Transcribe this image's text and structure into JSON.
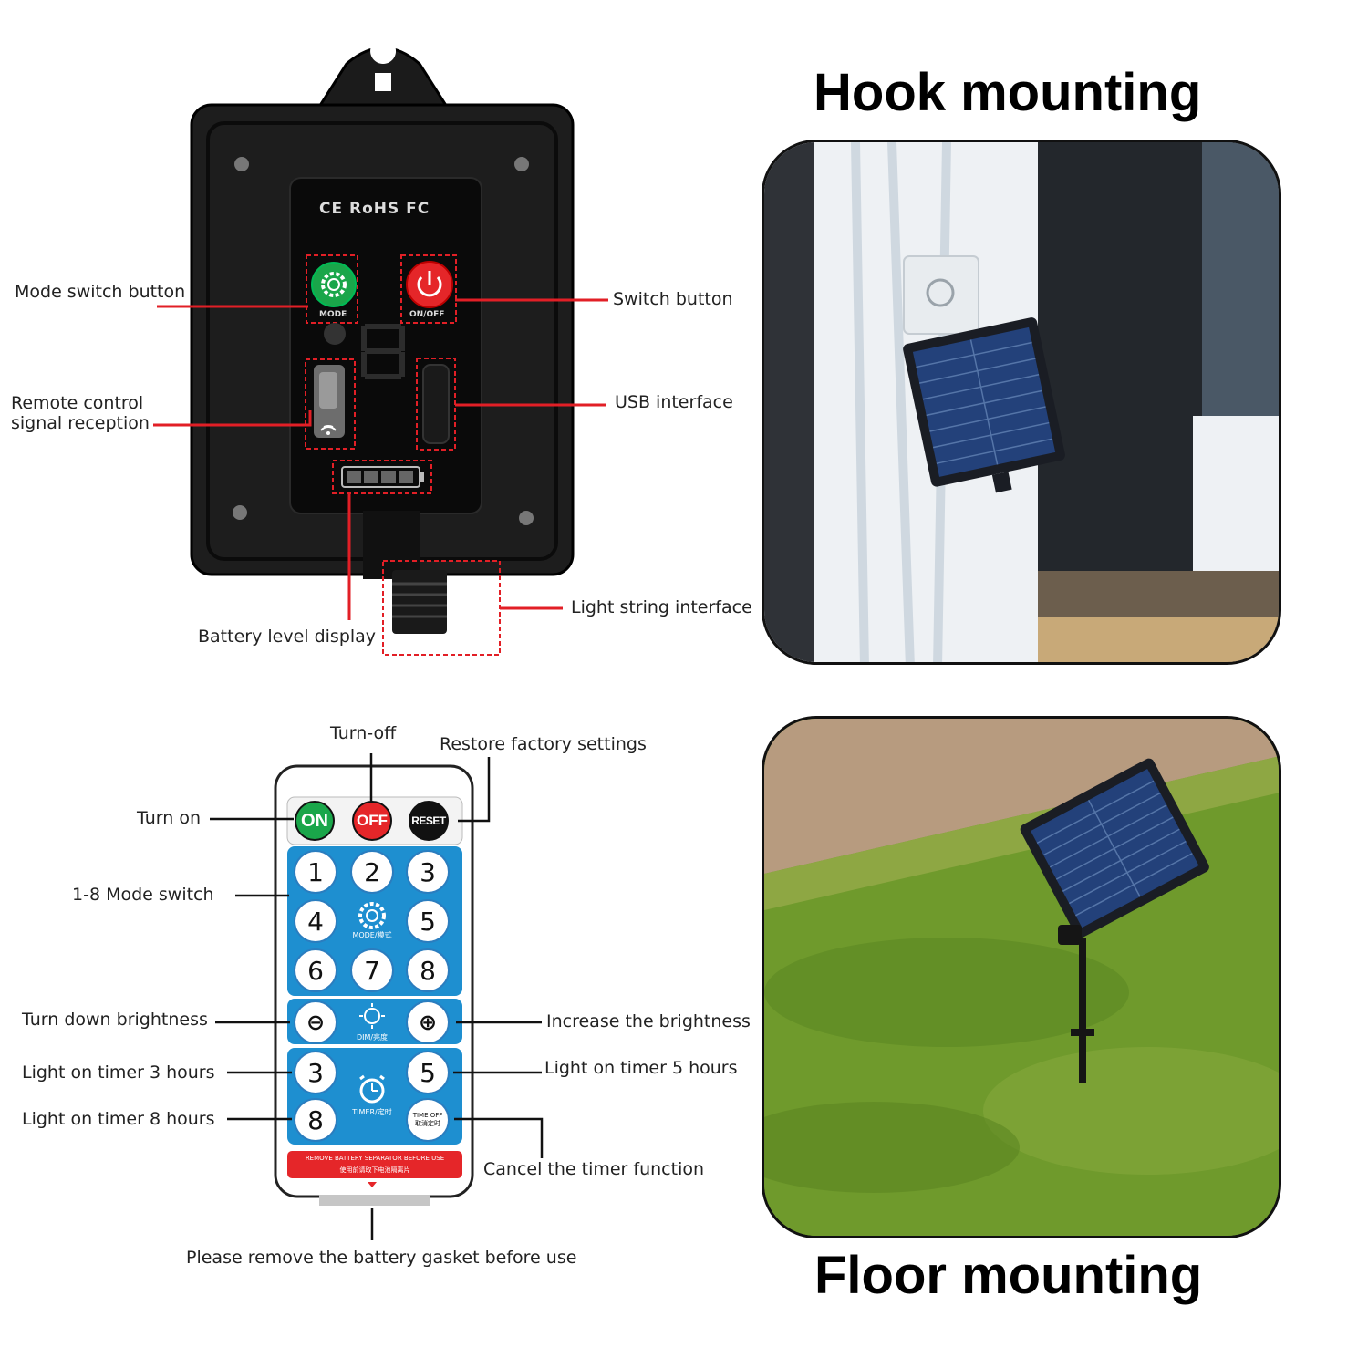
{
  "controller": {
    "cert_marks": "CE RoHS FC",
    "mode_button_text": "MODE",
    "onoff_button_text": "ON/OFF",
    "labels": {
      "mode_switch": "Mode switch button",
      "switch": "Switch button",
      "remote_signal_line1": "Remote control",
      "remote_signal_line2": "signal reception",
      "usb": "USB interface",
      "light_string": "Light string interface",
      "battery": "Battery level display"
    }
  },
  "remote": {
    "top_buttons": {
      "on": "ON",
      "off": "OFF",
      "reset": "RESET"
    },
    "mode_numbers": [
      "1",
      "2",
      "3",
      "4",
      "5",
      "6",
      "7",
      "8"
    ],
    "mode_caption": "MODE/模式",
    "dim_caption": "DIM/亮度",
    "timer_numbers": [
      "3",
      "5",
      "8"
    ],
    "timer_caption": "TIMER/定时",
    "timer_off_caption_1": "TIME OFF",
    "timer_off_caption_2": "取消定时",
    "warning_line1": "REMOVE BATTERY SEPARATOR BEFORE USE",
    "warning_line2": "使用前请取下电池隔离片",
    "labels": {
      "turn_off": "Turn-off",
      "restore": "Restore factory settings",
      "turn_on": "Turn on",
      "mode_switch": "1-8 Mode switch",
      "turn_down": "Turn down brightness",
      "increase": "Increase the brightness",
      "timer3": "Light on timer 3 hours",
      "timer5": "Light on timer 5 hours",
      "timer8": "Light on timer 8 hours",
      "cancel_timer": "Cancel the timer function",
      "remove_gasket": "Please remove the battery gasket before use"
    }
  },
  "mounting": {
    "hook_title": "Hook mounting",
    "floor_title": "Floor mounting"
  },
  "colors": {
    "callout_red": "#e21f26",
    "mode_green": "#1aa64a",
    "power_red": "#e52629",
    "remote_blue": "#1e8fd0",
    "grass_green": "#6f9a2c"
  }
}
